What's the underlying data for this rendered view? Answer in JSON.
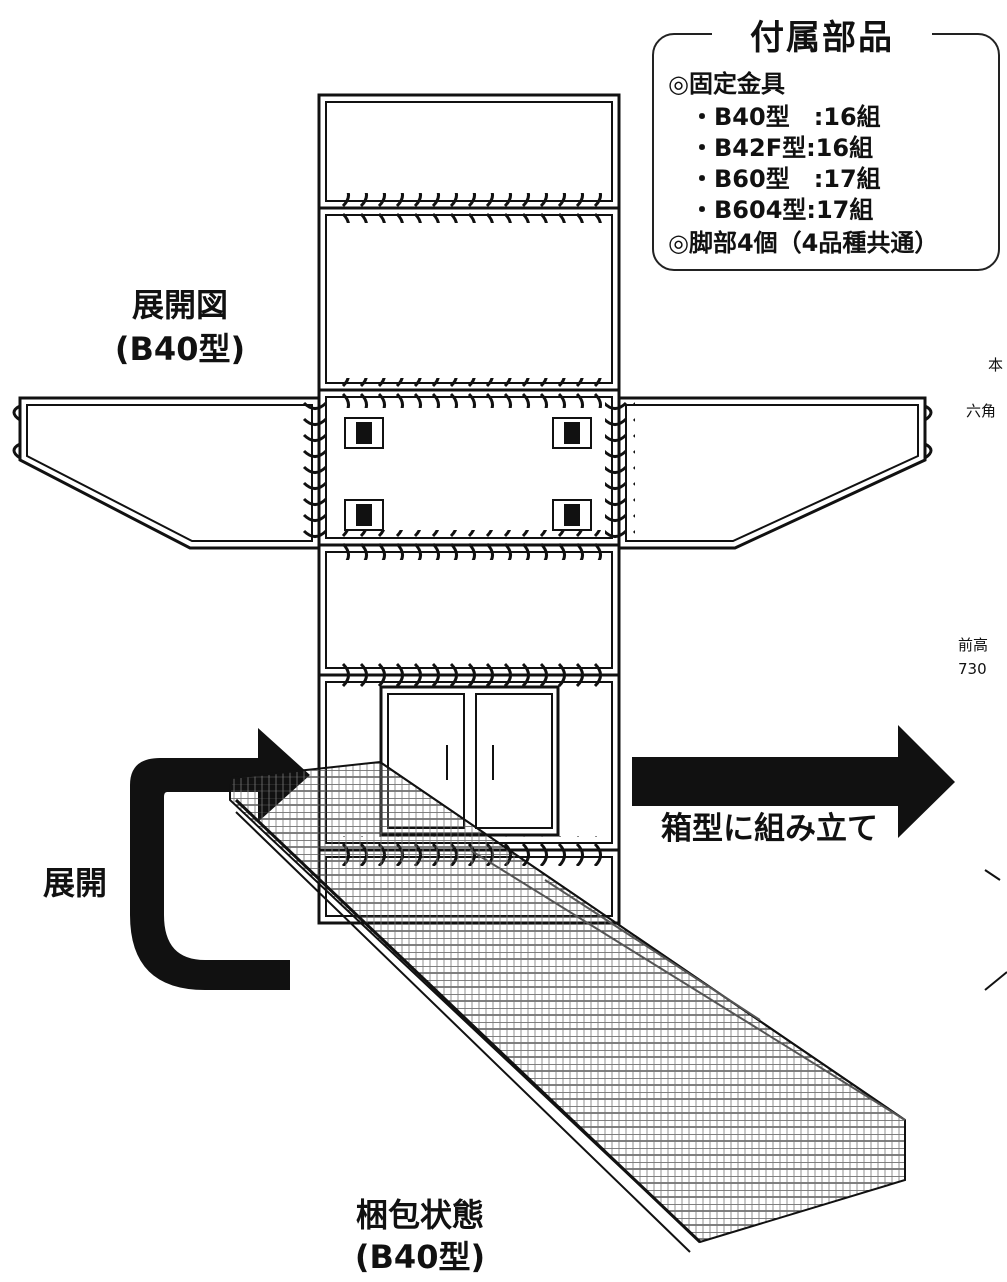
{
  "accessories": {
    "title": "付属部品",
    "lines": [
      "◎固定金具",
      "・B40型　:16組",
      "・B42F型:16組",
      "・B60型　:17組",
      "・B604型:17組",
      "◎脚部4個（4品種共通）"
    ]
  },
  "labels": {
    "development_view": "展開図",
    "development_model": "(B40型)",
    "unfold": "展開",
    "assemble": "箱型に組み立て",
    "packed_state": "梱包状態",
    "packed_model": "(B40型)"
  },
  "right_edge": {
    "text_1": "本",
    "text_2": "六角",
    "text_3": "前高",
    "text_4": "730"
  }
}
